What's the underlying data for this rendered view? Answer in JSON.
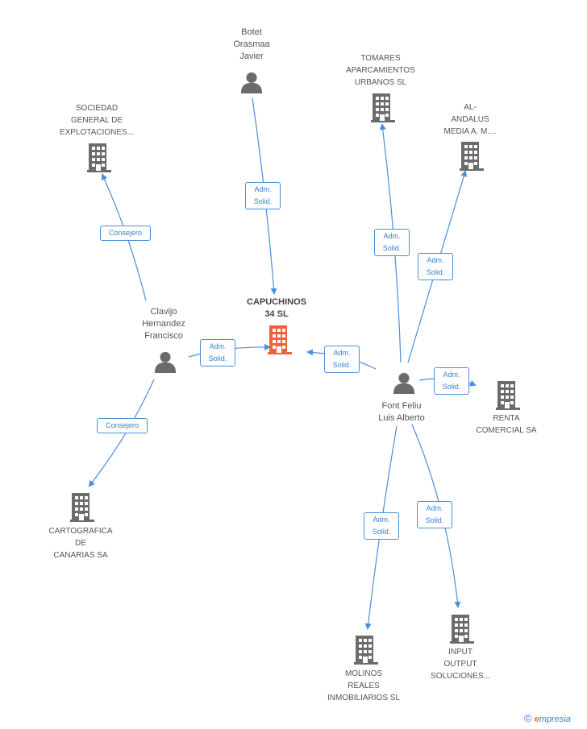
{
  "center": {
    "label": "CAPUCHINOS\n34 SL"
  },
  "people": {
    "botet": {
      "label": "Botet\nOrasmaa\nJavier"
    },
    "clavijo": {
      "label": "Clavijo\nHernandez\nFrancisco"
    },
    "font": {
      "label": "Font Feliu\nLuis Alberto"
    }
  },
  "companies": {
    "sociedad": {
      "label": "SOCIEDAD\nGENERAL DE\nEXPLOTACIONES..."
    },
    "tomares": {
      "label": "TOMARES\nAPARCAMIENTOS\nURBANOS SL"
    },
    "alandalus": {
      "label": "AL-\nANDALUS\nMEDIA A.  M...."
    },
    "renta": {
      "label": "RENTA\nCOMERCIAL SA"
    },
    "cartografica": {
      "label": "CARTOGRAFICA\nDE\nCANARIAS SA"
    },
    "molinos": {
      "label": "MOLINOS\nREALES\nINMOBILIARIOS SL"
    },
    "input": {
      "label": "INPUT\nOUTPUT\nSOLUCIONES..."
    }
  },
  "edges": {
    "botet_center": "Adm.\nSolid.",
    "clavijo_sociedad": "Consejero",
    "clavijo_center": "Adm.\nSolid.",
    "clavijo_cartografica": "Consejero",
    "font_center": "Adm.\nSolid.",
    "font_tomares": "Adm.\nSolid.",
    "font_alandalus": "Adm.\nSolid.",
    "font_renta": "Adm.\nSolid.",
    "font_molinos": "Adm.\nSolid.",
    "font_input": "Adm.\nSolid."
  },
  "colors": {
    "edge": "#4a8fd8",
    "node_icon": "#6b6b6b",
    "center_icon": "#f0603a"
  },
  "brand": {
    "copyright": "©",
    "e": "e",
    "rest": "mpresia"
  }
}
